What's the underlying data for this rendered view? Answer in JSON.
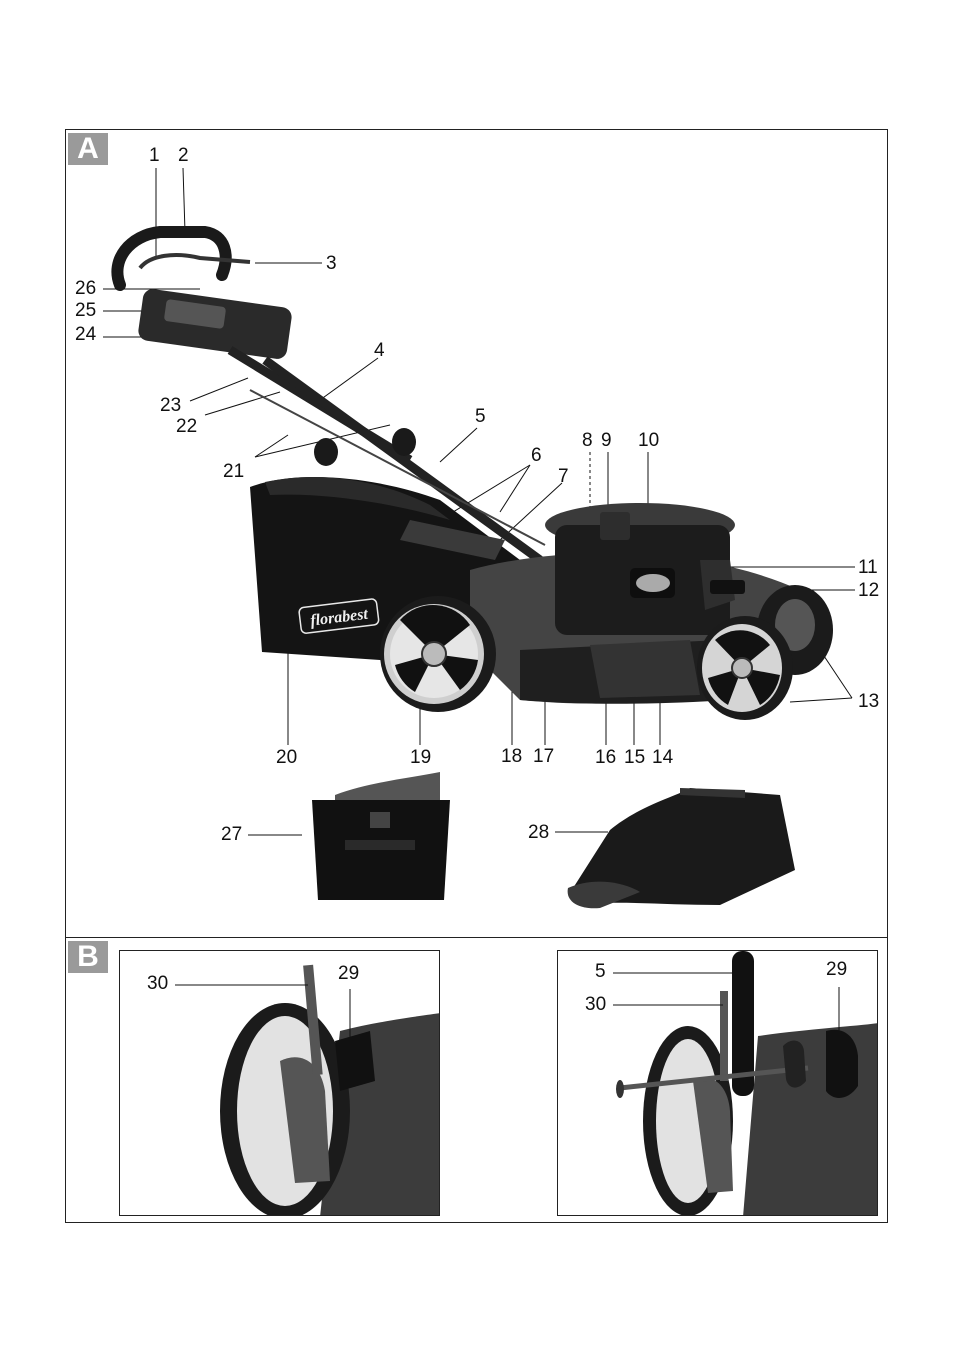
{
  "sections": {
    "a": {
      "label": "A"
    },
    "b": {
      "label": "B"
    }
  },
  "brand": {
    "logo_text": "florabest"
  },
  "callouts_a": [
    {
      "id": "c1",
      "text": "1"
    },
    {
      "id": "c2",
      "text": "2"
    },
    {
      "id": "c3",
      "text": "3"
    },
    {
      "id": "c4",
      "text": "4"
    },
    {
      "id": "c5",
      "text": "5"
    },
    {
      "id": "c6",
      "text": "6"
    },
    {
      "id": "c7",
      "text": "7"
    },
    {
      "id": "c8",
      "text": "8"
    },
    {
      "id": "c9",
      "text": "9"
    },
    {
      "id": "c10",
      "text": "10"
    },
    {
      "id": "c11",
      "text": "11"
    },
    {
      "id": "c12",
      "text": "12"
    },
    {
      "id": "c13",
      "text": "13"
    },
    {
      "id": "c14",
      "text": "14"
    },
    {
      "id": "c15",
      "text": "15"
    },
    {
      "id": "c16",
      "text": "16"
    },
    {
      "id": "c17",
      "text": "17"
    },
    {
      "id": "c18",
      "text": "18"
    },
    {
      "id": "c19",
      "text": "19"
    },
    {
      "id": "c20",
      "text": "20"
    },
    {
      "id": "c21",
      "text": "21"
    },
    {
      "id": "c22",
      "text": "22"
    },
    {
      "id": "c23",
      "text": "23"
    },
    {
      "id": "c24",
      "text": "24"
    },
    {
      "id": "c25",
      "text": "25"
    },
    {
      "id": "c26",
      "text": "26"
    },
    {
      "id": "c27",
      "text": "27"
    },
    {
      "id": "c28",
      "text": "28"
    }
  ],
  "callouts_b": [
    {
      "id": "b30l",
      "text": "30"
    },
    {
      "id": "b29l",
      "text": "29"
    },
    {
      "id": "b5r",
      "text": "5"
    },
    {
      "id": "b30r",
      "text": "30"
    },
    {
      "id": "b29r",
      "text": "29"
    }
  ]
}
